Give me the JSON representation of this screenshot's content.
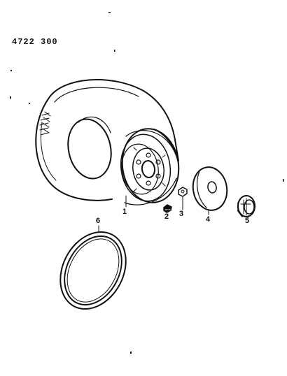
{
  "diagram": {
    "code": "4722 300",
    "callouts": {
      "wheel": "1",
      "valve": "2",
      "nut": "3",
      "cap": "4",
      "hubnut": "5",
      "ring": "6"
    }
  }
}
